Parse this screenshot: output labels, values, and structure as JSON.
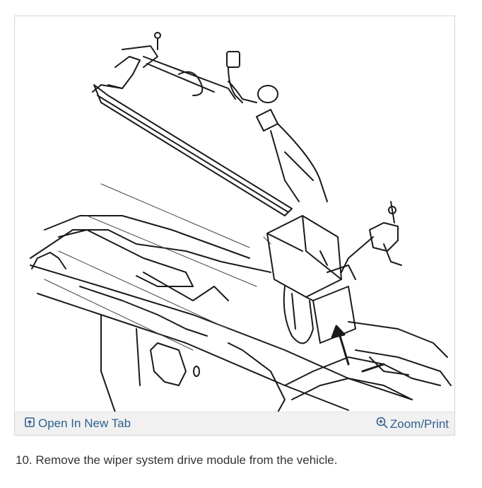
{
  "figure": {
    "image_icon": "wiper-motor-line-drawing",
    "open_tab_label": "Open In New Tab",
    "open_tab_icon": "open-in-new-tab-icon",
    "zoom_label": "Zoom/Print",
    "zoom_icon": "zoom-in-icon"
  },
  "caption": "10. Remove the wiper system drive module from the vehicle.",
  "colors": {
    "link": "#2f5f8f",
    "toolbar_bg": "#f1f1f1",
    "border": "#d4d4d4"
  }
}
